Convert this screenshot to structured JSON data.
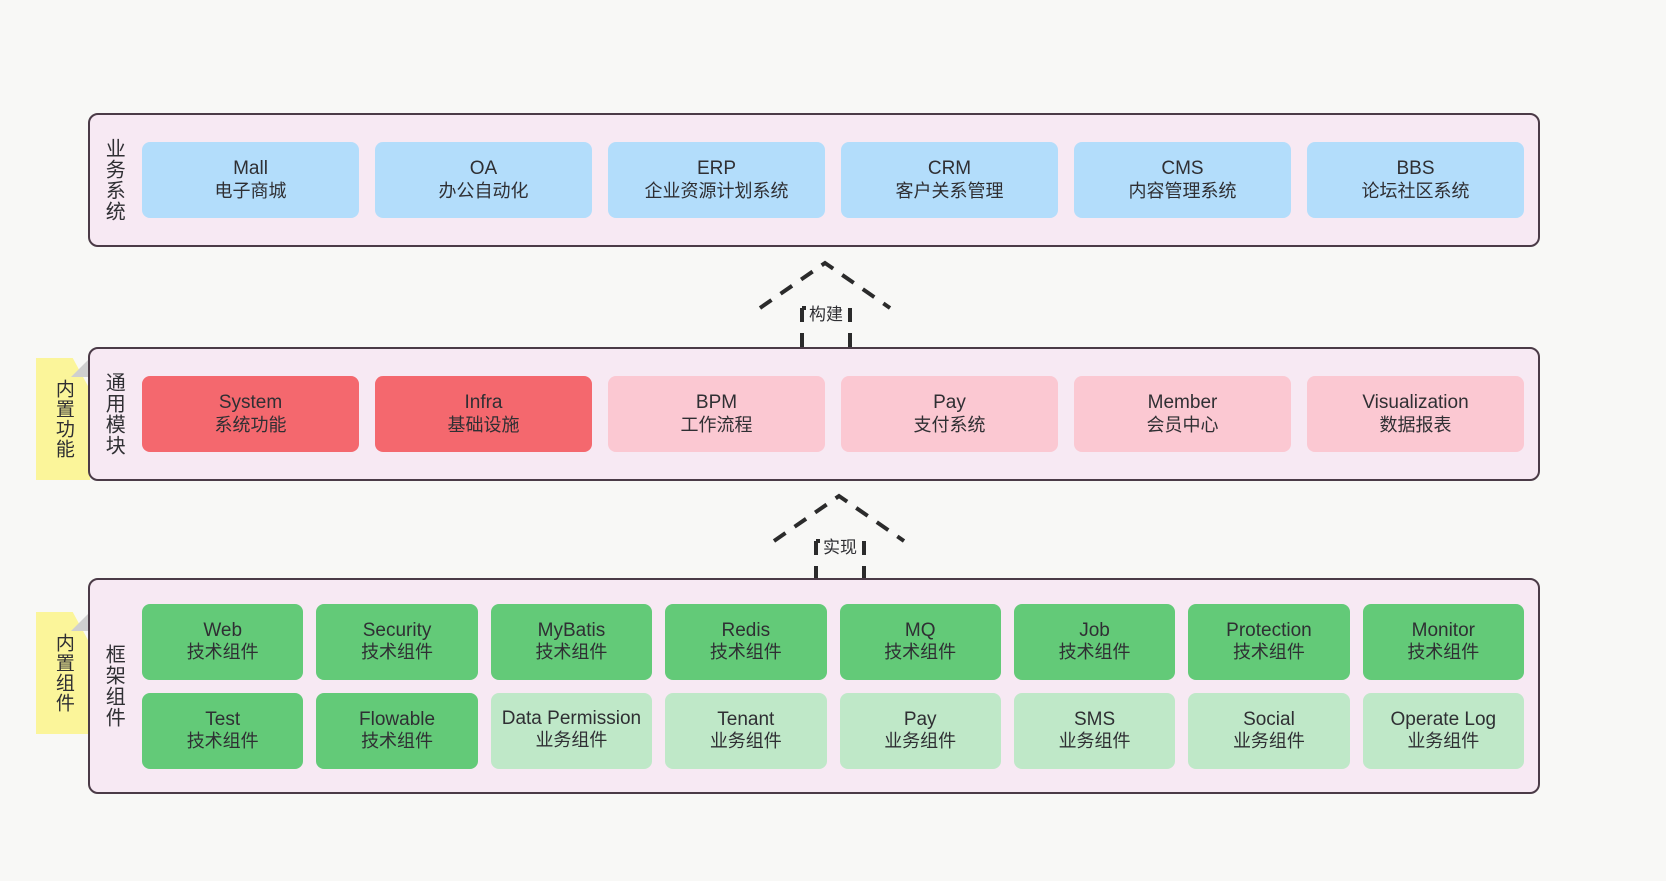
{
  "diagram": {
    "background": "#f8f8f6",
    "layer_bg": "#f7e9f3",
    "layer_border": "#4b3b47",
    "colors": {
      "blue": "#b3ddfb",
      "red": "#f4686e",
      "pink": "#fbc8d2",
      "green": "#63ca78",
      "light_green": "#bfe8c8",
      "note_yellow": "#fbf59a"
    }
  },
  "layers": [
    {
      "title": "业务系统",
      "rows": [
        [
          {
            "name": "Mall",
            "desc": "电子商城"
          },
          {
            "name": "OA",
            "desc": "办公自动化"
          },
          {
            "name": "ERP",
            "desc": "企业资源计划系统"
          },
          {
            "name": "CRM",
            "desc": "客户关系管理"
          },
          {
            "name": "CMS",
            "desc": "内容管理系统"
          },
          {
            "name": "BBS",
            "desc": "论坛社区系统"
          }
        ]
      ]
    },
    {
      "title": "通用模块",
      "note": "内置功能",
      "rows": [
        [
          {
            "name": "System",
            "desc": "系统功能"
          },
          {
            "name": "Infra",
            "desc": "基础设施"
          },
          {
            "name": "BPM",
            "desc": "工作流程"
          },
          {
            "name": "Pay",
            "desc": "支付系统"
          },
          {
            "name": "Member",
            "desc": "会员中心"
          },
          {
            "name": "Visualization",
            "desc": "数据报表"
          }
        ]
      ]
    },
    {
      "title": "框架组件",
      "note": "内置组件",
      "rows": [
        [
          {
            "name": "Web",
            "desc": "技术组件"
          },
          {
            "name": "Security",
            "desc": "技术组件"
          },
          {
            "name": "MyBatis",
            "desc": "技术组件"
          },
          {
            "name": "Redis",
            "desc": "技术组件"
          },
          {
            "name": "MQ",
            "desc": "技术组件"
          },
          {
            "name": "Job",
            "desc": "技术组件"
          },
          {
            "name": "Protection",
            "desc": "技术组件"
          },
          {
            "name": "Monitor",
            "desc": "技术组件"
          }
        ],
        [
          {
            "name": "Test",
            "desc": "技术组件"
          },
          {
            "name": "Flowable",
            "desc": "技术组件"
          },
          {
            "name": "Data Permission",
            "desc": "业务组件"
          },
          {
            "name": "Tenant",
            "desc": "业务组件"
          },
          {
            "name": "Pay",
            "desc": "业务组件"
          },
          {
            "name": "SMS",
            "desc": "业务组件"
          },
          {
            "name": "Social",
            "desc": "业务组件"
          },
          {
            "name": "Operate Log",
            "desc": "业务组件"
          }
        ]
      ]
    }
  ],
  "connectors": [
    {
      "label": "构建"
    },
    {
      "label": "实现"
    }
  ]
}
